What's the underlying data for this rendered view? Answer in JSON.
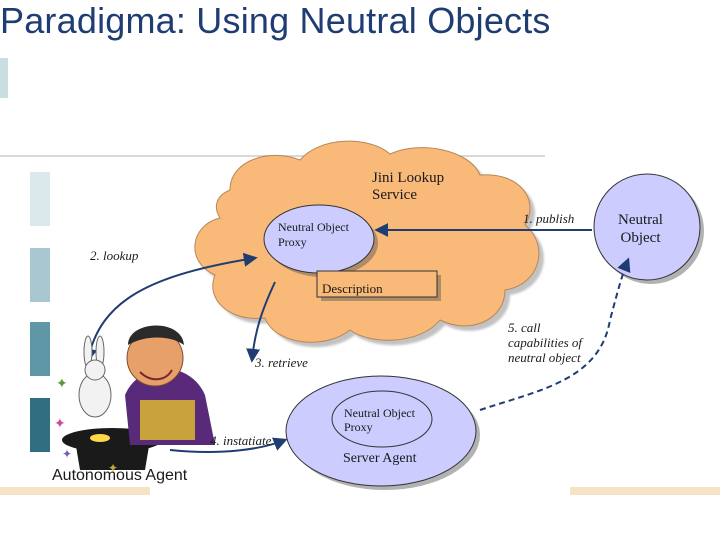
{
  "slide": {
    "title": "Paradigma: Using Neutral Objects"
  },
  "diagram": {
    "lookup_service": "Jini Lookup\nService",
    "proxy_in_lookup": "Neutral Object\nProxy",
    "description_box": "Description",
    "neutral_object": "Neutral\nObject",
    "server_proxy": "Neutral Object\nProxy",
    "server_agent": "Server Agent",
    "autonomous_agent": "Autonomous Agent",
    "steps": {
      "publish": "1. publish",
      "lookup": "2. lookup",
      "retrieve": "3. retrieve",
      "instantiate": "4. instatiate",
      "call": "5. call\ncapabilities of\nneutral object"
    }
  },
  "colors": {
    "title": "#1f3d73",
    "cloud": "#f9b979",
    "lavender": "#ccccff",
    "arrow": "#1f3d73",
    "description_box": "#f9b979"
  }
}
